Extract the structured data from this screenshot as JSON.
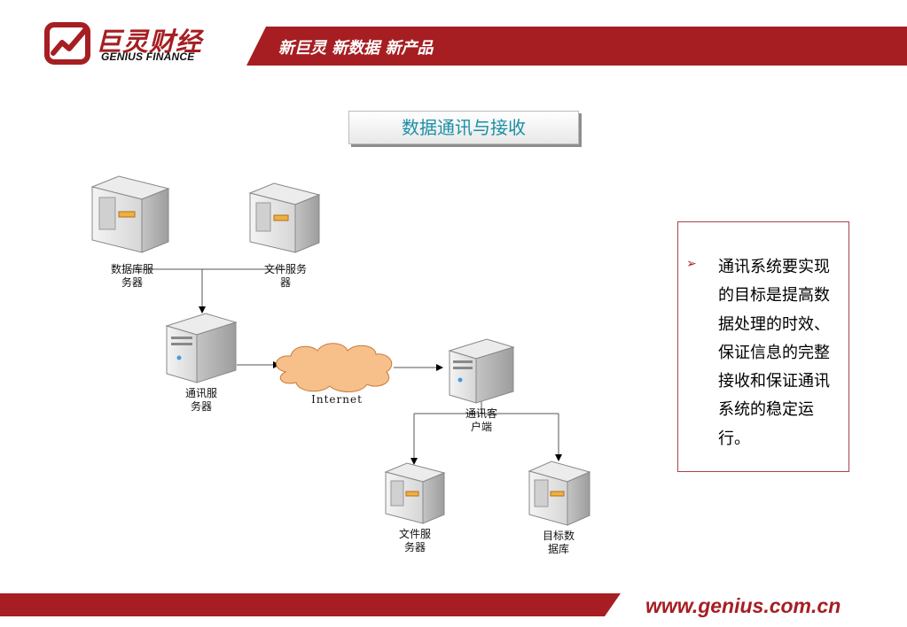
{
  "header": {
    "logo_cn": "巨灵财经",
    "logo_en": "GENIUS FINANCE",
    "slogan": "新巨灵 新数据 新产品"
  },
  "title": "数据通讯与接收",
  "diagram": {
    "nodes": {
      "db_server": "数据库服务器",
      "db_server_l1": "数据库服",
      "db_server_l2": "务器",
      "file_server_top_l1": "文件服务",
      "file_server_top_l2": "器",
      "comm_server_l1": "通讯服",
      "comm_server_l2": "务器",
      "internet": "Internet",
      "comm_client_l1": "通讯客",
      "comm_client_l2": "户端",
      "file_server_bottom_l1": "文件服",
      "file_server_bottom_l2": "务器",
      "target_db_l1": "目标数",
      "target_db_l2": "据库"
    }
  },
  "info": {
    "bullet": "➢",
    "text": "通讯系统要实现的目标是提高数据处理的时效、保证信息的完整接收和保证通讯系统的稳定运行。"
  },
  "footer": {
    "url": "www.genius.com.cn"
  },
  "colors": {
    "brand_red": "#a61e22",
    "title_teal": "#1a8fa6",
    "cloud_fill": "#f7c08a"
  }
}
